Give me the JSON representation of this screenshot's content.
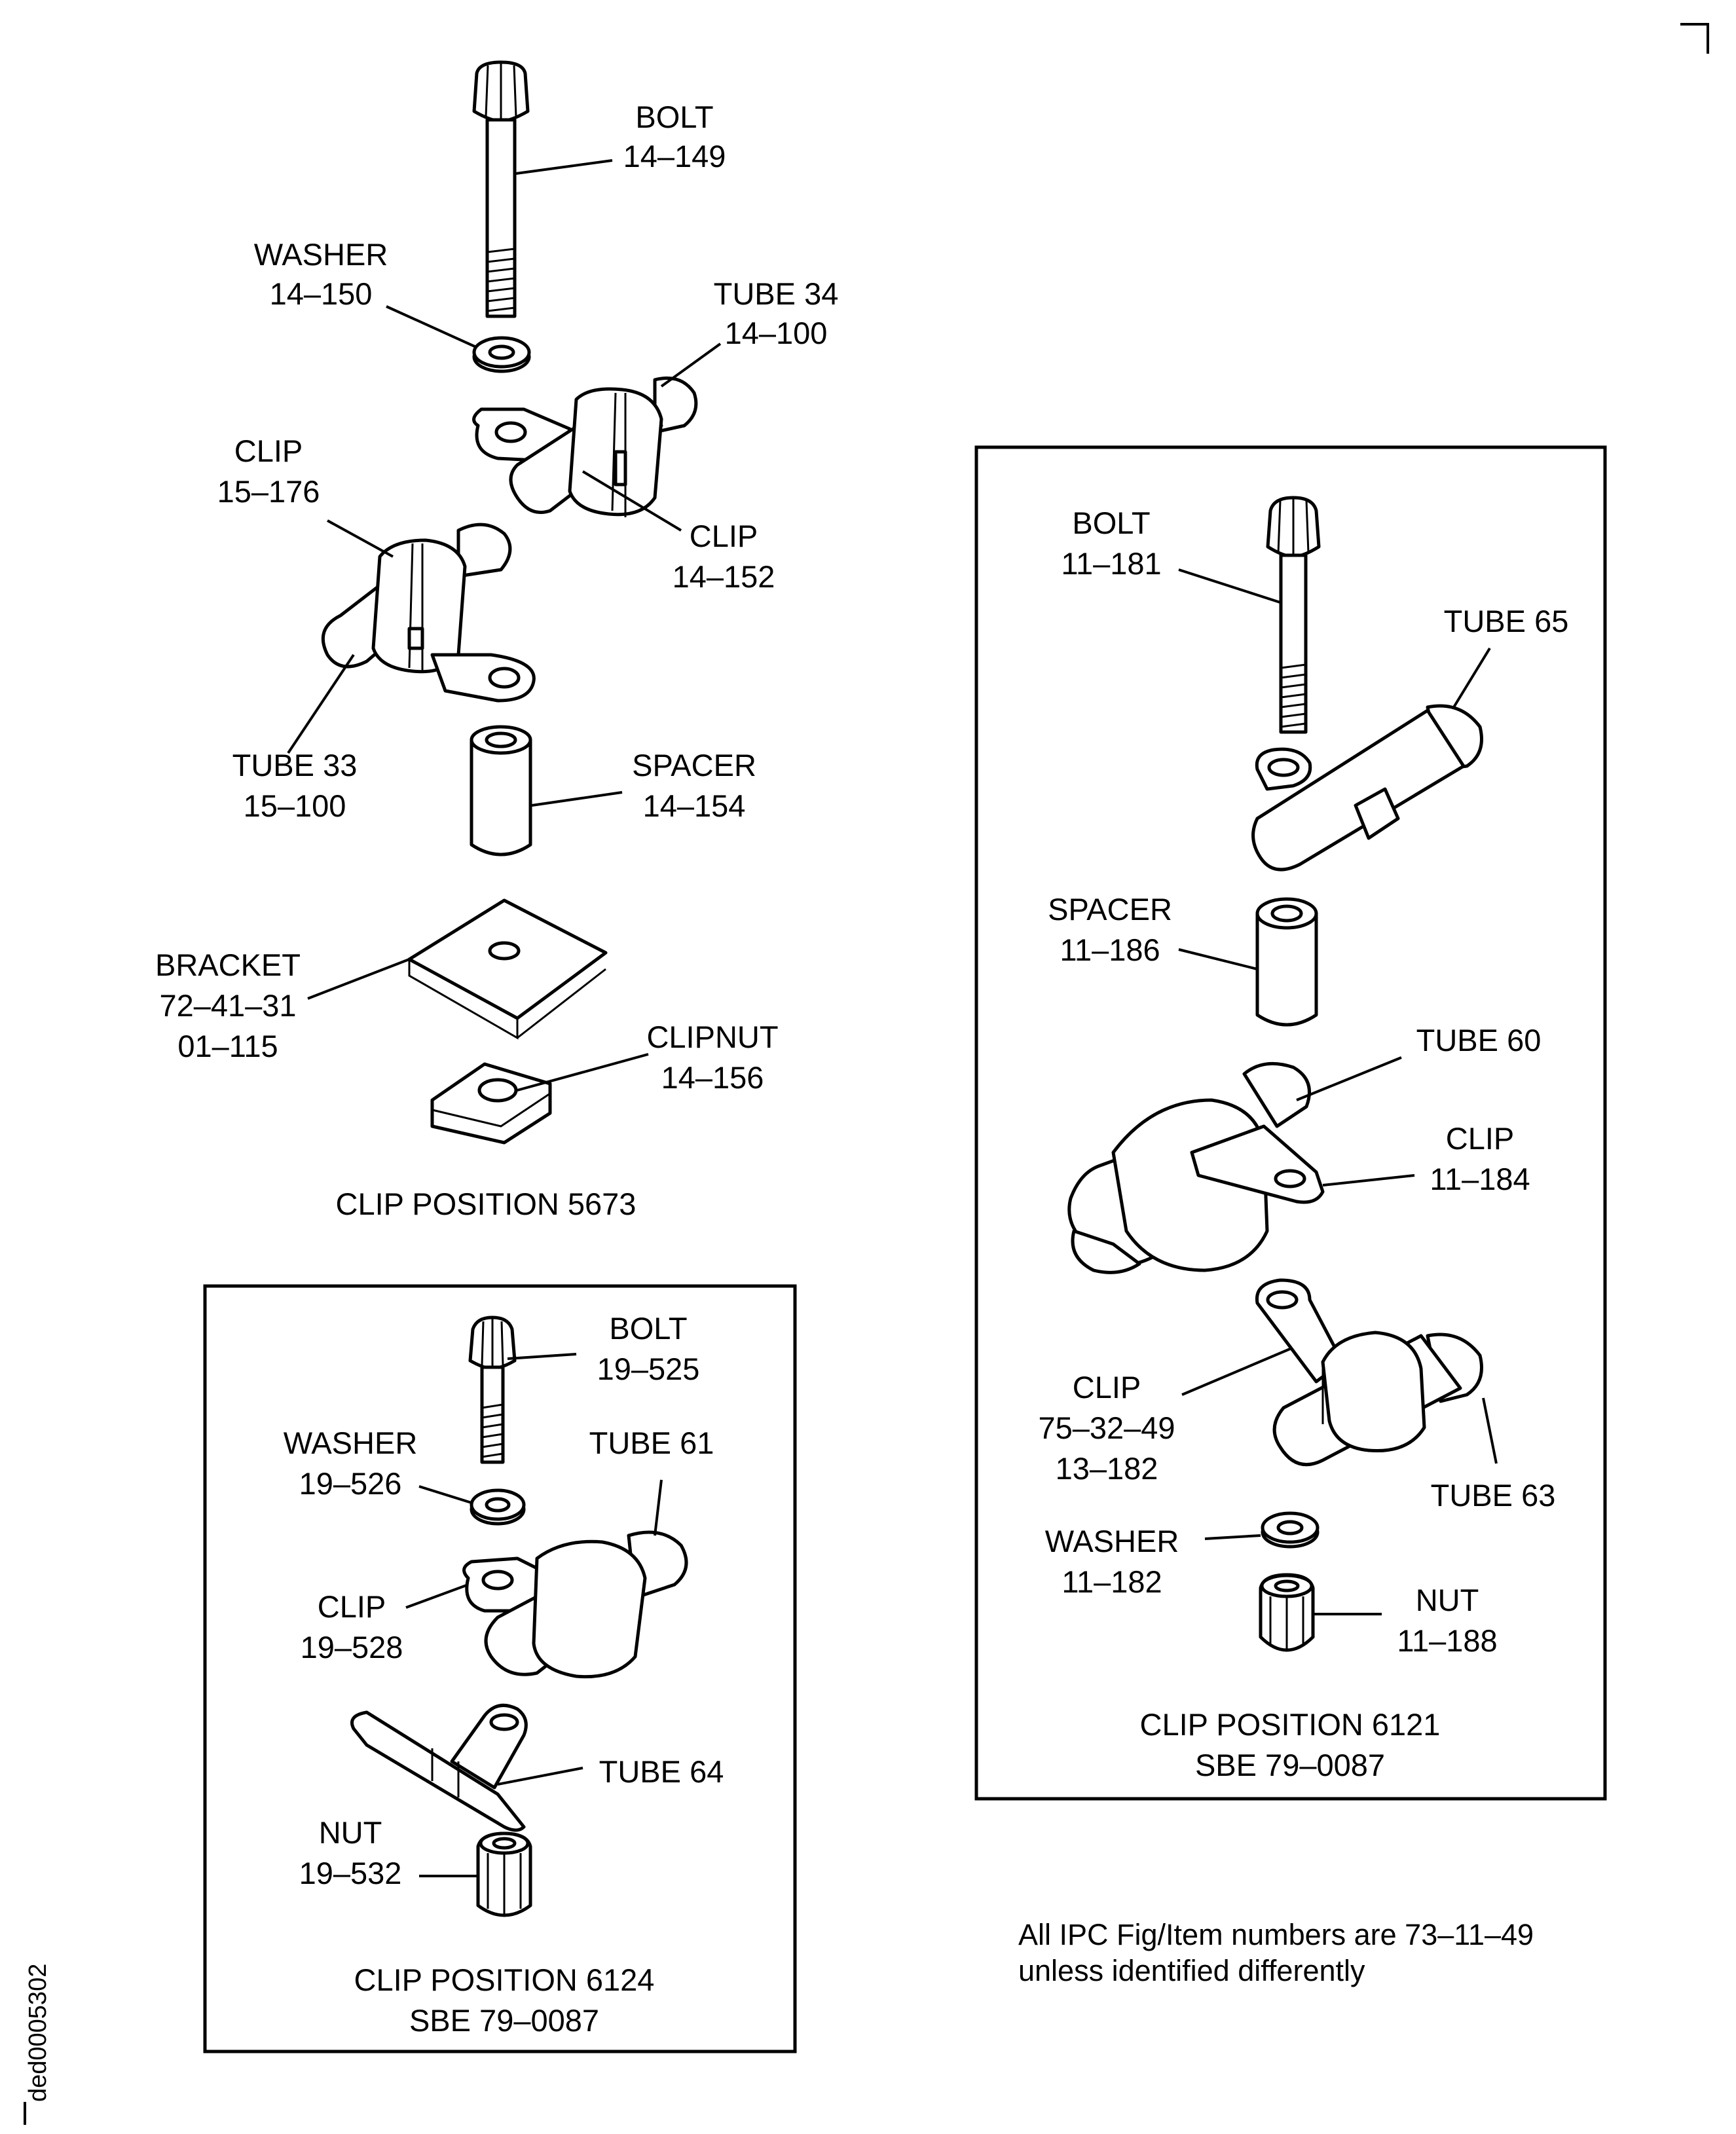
{
  "position_5673": {
    "title": "CLIP POSITION 5673",
    "bolt": {
      "name": "BOLT",
      "num": "14–149"
    },
    "washer": {
      "name": "WASHER",
      "num": "14–150"
    },
    "tube34": {
      "name": "TUBE 34",
      "num": "14–100"
    },
    "clip176": {
      "name": "CLIP",
      "num": "15–176"
    },
    "clip152": {
      "name": "CLIP",
      "num": "14–152"
    },
    "tube33": {
      "name": "TUBE 33",
      "num": "15–100"
    },
    "spacer": {
      "name": "SPACER",
      "num": "14–154"
    },
    "bracket": {
      "name": "BRACKET",
      "num1": "72–41–31",
      "num2": "01–115"
    },
    "clipnut": {
      "name": "CLIPNUT",
      "num": "14–156"
    }
  },
  "position_6124": {
    "title": "CLIP POSITION 6124",
    "sbe": "SBE 79–0087",
    "bolt": {
      "name": "BOLT",
      "num": "19–525"
    },
    "washer": {
      "name": "WASHER",
      "num": "19–526"
    },
    "tube61": {
      "name": "TUBE 61"
    },
    "clip": {
      "name": "CLIP",
      "num": "19–528"
    },
    "tube64": {
      "name": "TUBE 64"
    },
    "nut": {
      "name": "NUT",
      "num": "19–532"
    }
  },
  "position_6121": {
    "title": "CLIP POSITION 6121",
    "sbe": "SBE 79–0087",
    "bolt": {
      "name": "BOLT",
      "num": "11–181"
    },
    "tube65": {
      "name": "TUBE 65"
    },
    "spacer": {
      "name": "SPACER",
      "num": "11–186"
    },
    "tube60": {
      "name": "TUBE 60"
    },
    "clip184": {
      "name": "CLIP",
      "num": "11–184"
    },
    "clip182": {
      "name": "CLIP",
      "num1": "75–32–49",
      "num2": "13–182"
    },
    "tube63": {
      "name": "TUBE 63"
    },
    "washer": {
      "name": "WASHER",
      "num": "11–182"
    },
    "nut": {
      "name": "NUT",
      "num": "11–188"
    }
  },
  "note": {
    "line1": "All IPC Fig/Item numbers are 73–11–49",
    "line2": "unless identified differently"
  },
  "drawing_id": "ded0005302"
}
